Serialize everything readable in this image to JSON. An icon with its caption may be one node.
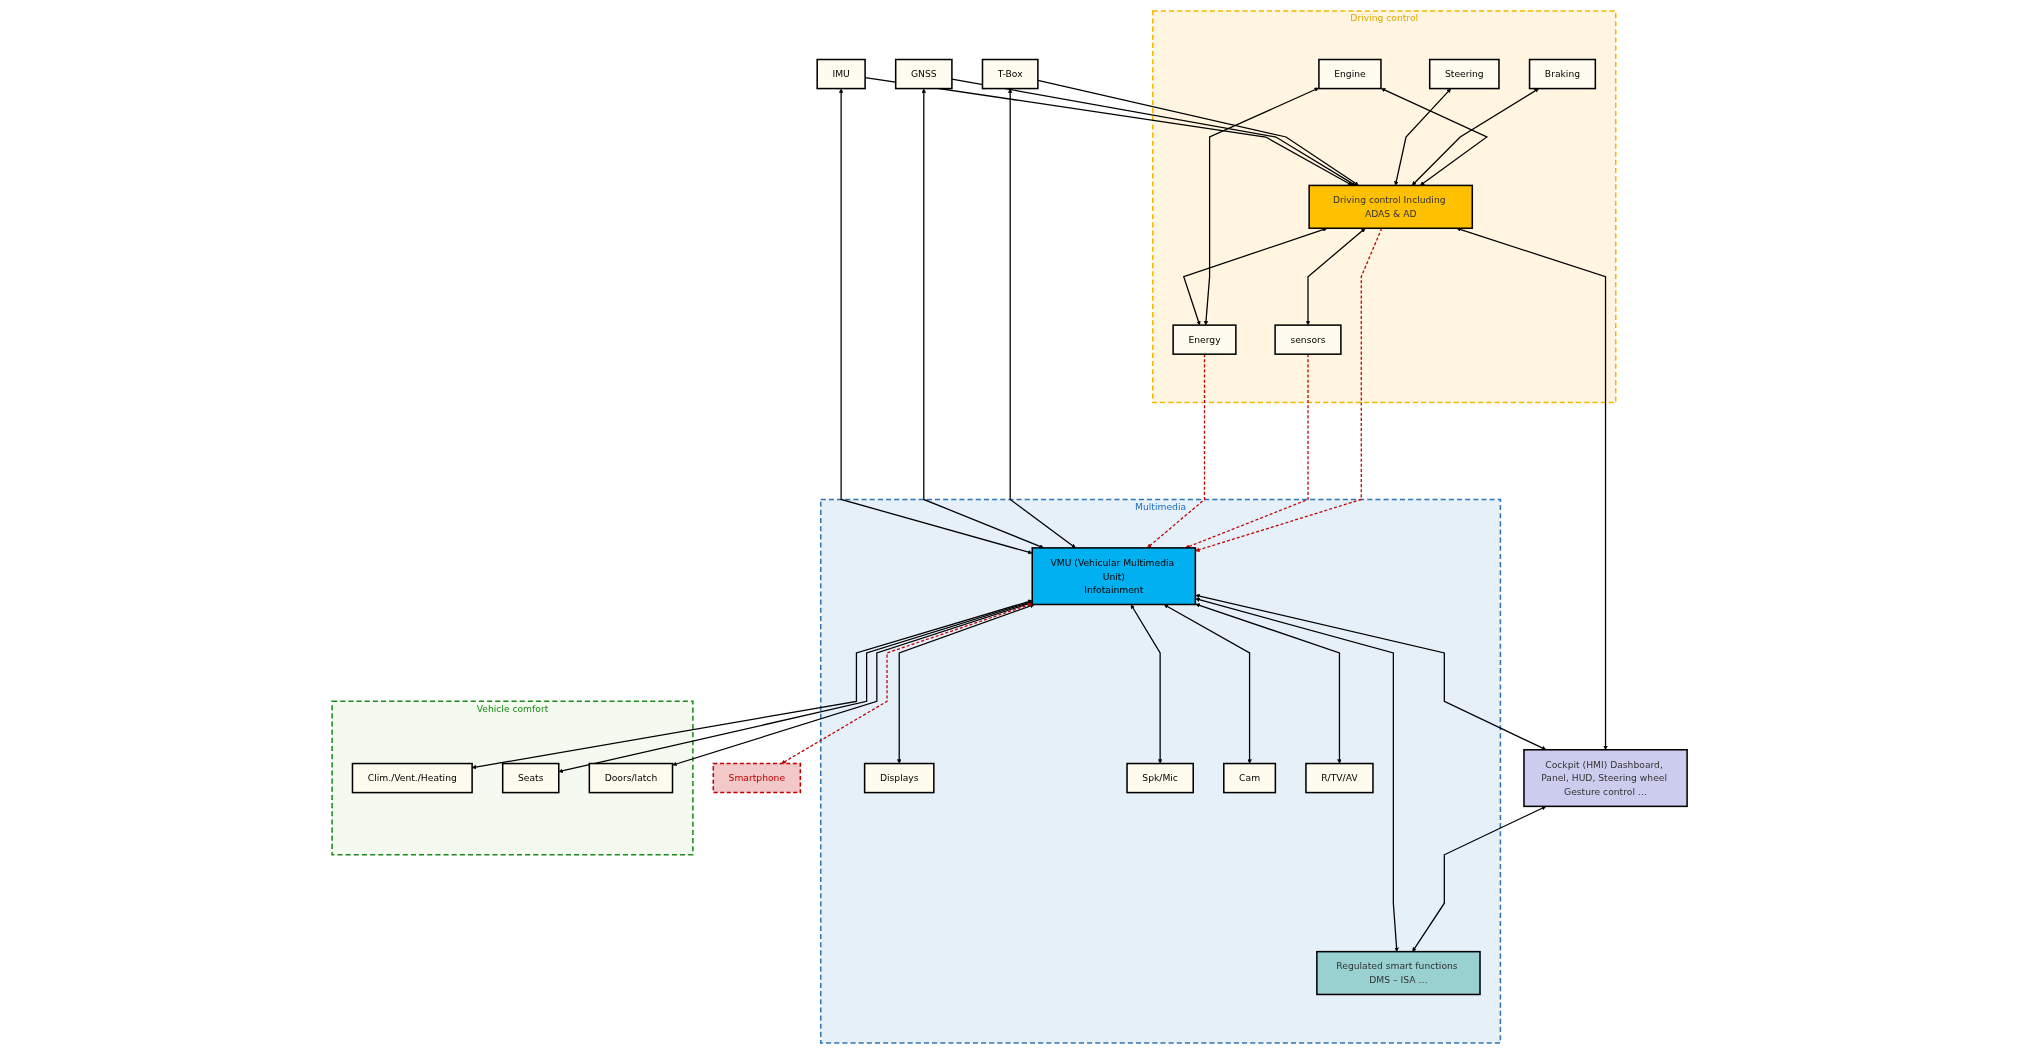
{
  "diagram": {
    "nodes": [
      {
        "text": [
          "Driving control"
        ]
      },
      {
        "text": [
          "Engine"
        ],
        "in": 0
      },
      {
        "text": [
          "Braking"
        ],
        "in": 0
      },
      {
        "text": [
          "Steering"
        ],
        "in": 0
      },
      {
        "text": [
          "Driving control Including ADAS & AD"
        ],
        "in": 0
      },
      {
        "text": [
          "Energy"
        ],
        "in": 0
      },
      {
        "text": [
          "sensors"
        ],
        "in": 0
      },
      {
        "text": [
          "Multimedia"
        ]
      },
      {
        "text": [
          "VMU (Vehicular Multimedia Unit)",
          "Infotainment"
        ],
        "in": 7
      },
      {
        "text": [
          "Cockpit (HMI) Dashboard, Panel, HUD, Steering wheel Gesture control …"
        ]
      },
      {
        "text": [
          "Regulated smart functions DMS – ISA …"
        ],
        "in": 7
      },
      {
        "text": [
          "T-Box"
        ]
      },
      {
        "text": [
          "GNSS"
        ]
      },
      {
        "text": [
          "IMU"
        ]
      },
      {
        "text": [
          "Displays"
        ],
        "in": 7
      },
      {
        "text": [
          "Spk/Mic"
        ],
        "in": 7
      },
      {
        "text": [
          "Cam"
        ],
        "in": 7
      },
      {
        "text": [
          "R/TV/AV"
        ],
        "in": 7
      },
      {
        "text": [
          "Smartphone"
        ]
      },
      {
        "text": [
          "Vehicle comfort"
        ]
      },
      {
        "text": [
          "Clim./Vent./Heating"
        ],
        "in": 19
      },
      {
        "text": [
          "Seats"
        ],
        "in": 19
      },
      {
        "text": [
          "Doors/latch"
        ],
        "in": 19
      }
    ],
    "edges": [
      {
        "from": 1,
        "to": 5,
        "arrow": "both"
      },
      {
        "from": 1,
        "to": 4,
        "arrow": "both"
      },
      {
        "from": 2,
        "to": 4,
        "arrow": "both"
      },
      {
        "from": 3,
        "to": 4,
        "arrow": "both"
      },
      {
        "from": 4,
        "to": 5,
        "arrow": "both"
      },
      {
        "from": 4,
        "to": 6,
        "arrow": "both"
      },
      {
        "from": 4,
        "to": 9,
        "arrow": "both"
      },
      {
        "from": 4,
        "to": 8,
        "arrow": "to",
        "style": "dashed",
        "color": "#c00000"
      },
      {
        "from": 6,
        "to": 8,
        "arrow": "to",
        "style": "dashed",
        "color": "#c00000"
      },
      {
        "from": 5,
        "to": 8,
        "arrow": "to",
        "style": "dashed",
        "color": "#c00000"
      },
      {
        "from": 11,
        "to": 8,
        "arrow": "both"
      },
      {
        "from": 11,
        "to": 4,
        "arrow": "to"
      },
      {
        "from": 12,
        "to": 8,
        "arrow": "both"
      },
      {
        "from": 12,
        "to": 4,
        "arrow": "to"
      },
      {
        "from": 13,
        "to": 8,
        "arrow": "both"
      },
      {
        "from": 13,
        "to": 4,
        "arrow": "to"
      },
      {
        "from": 8,
        "to": 9,
        "arrow": "both"
      },
      {
        "from": 9,
        "to": 10,
        "arrow": "both"
      },
      {
        "from": 8,
        "to": 10,
        "arrow": "both"
      },
      {
        "from": 8,
        "to": 14,
        "arrow": "both"
      },
      {
        "from": 8,
        "to": 15,
        "arrow": "both"
      },
      {
        "from": 8,
        "to": 16,
        "arrow": "both"
      },
      {
        "from": 8,
        "to": 17,
        "arrow": "both"
      },
      {
        "from": 8,
        "to": 20,
        "arrow": "both"
      },
      {
        "from": 8,
        "to": 21,
        "arrow": "both"
      },
      {
        "from": 8,
        "to": 22,
        "arrow": "both"
      },
      {
        "from": 8,
        "to": 18,
        "arrow": "both",
        "style": "dashed",
        "color": "#c00000"
      }
    ]
  }
}
